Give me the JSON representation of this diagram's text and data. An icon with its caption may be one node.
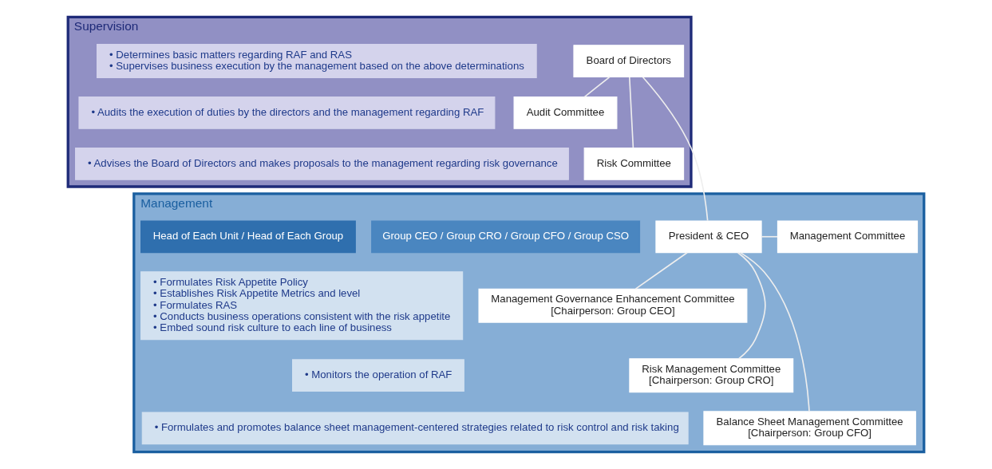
{
  "diagram": {
    "nodes": [
      {
        "text": [
          "Supervision"
        ]
      },
      {
        "text": [
          "Board of Directors"
        ],
        "in": 0
      },
      {
        "text": [
          "• Determines basic matters regarding RAF and RAS",
          "• Supervises business execution by the management based on the above determinations"
        ],
        "in": 0
      },
      {
        "text": [
          "Audit Committee"
        ],
        "in": 0
      },
      {
        "text": [
          "• Audits the execution of duties by the directors and the management regarding RAF"
        ],
        "in": 0
      },
      {
        "text": [
          "Risk Committee"
        ],
        "in": 0
      },
      {
        "text": [
          "• Advises the Board of Directors and makes proposals to the management regarding risk governance"
        ],
        "in": 0
      },
      {
        "text": [
          "Management"
        ]
      },
      {
        "text": [
          "President & CEO"
        ],
        "in": 7
      },
      {
        "text": [
          "Management Committee"
        ],
        "in": 7
      },
      {
        "text": [
          "Group CEO / Group CRO / Group CFO / Group CSO"
        ],
        "in": 7
      },
      {
        "text": [
          "Head of Each Unit / Head of Each Group"
        ],
        "in": 7
      },
      {
        "text": [
          "Management Governance Enhancement Committee",
          "[Chairperson: Group CEO]"
        ],
        "in": 7
      },
      {
        "text": [
          "• Formulates Risk Appetite Policy",
          "• Establishes Risk Appetite Metrics and level",
          "• Formulates RAS",
          "• Conducts business operations consistent with the risk appetite",
          "• Embed sound risk culture to each line of business"
        ],
        "in": 7
      },
      {
        "text": [
          "Risk Management Committee",
          "[Chairperson: Group CRO]"
        ],
        "in": 7
      },
      {
        "text": [
          "• Monitors the operation of RAF"
        ],
        "in": 7
      },
      {
        "text": [
          "Balance Sheet Management Committee",
          "[Chairperson: Group CFO]"
        ],
        "in": 7
      },
      {
        "text": [
          "• Formulates and promotes balance sheet management-centered strategies related to risk control and risk taking"
        ],
        "in": 7
      }
    ],
    "edges": [
      {
        "from": 1,
        "to": 3,
        "arrow": "none"
      },
      {
        "from": 1,
        "to": 5,
        "arrow": "none"
      },
      {
        "from": 1,
        "to": 8,
        "arrow": "none"
      },
      {
        "from": 8,
        "to": 9,
        "arrow": "none"
      },
      {
        "from": 8,
        "to": 12,
        "arrow": "none"
      },
      {
        "from": 8,
        "to": 14,
        "arrow": "none"
      },
      {
        "from": 8,
        "to": 16,
        "arrow": "none"
      }
    ]
  }
}
